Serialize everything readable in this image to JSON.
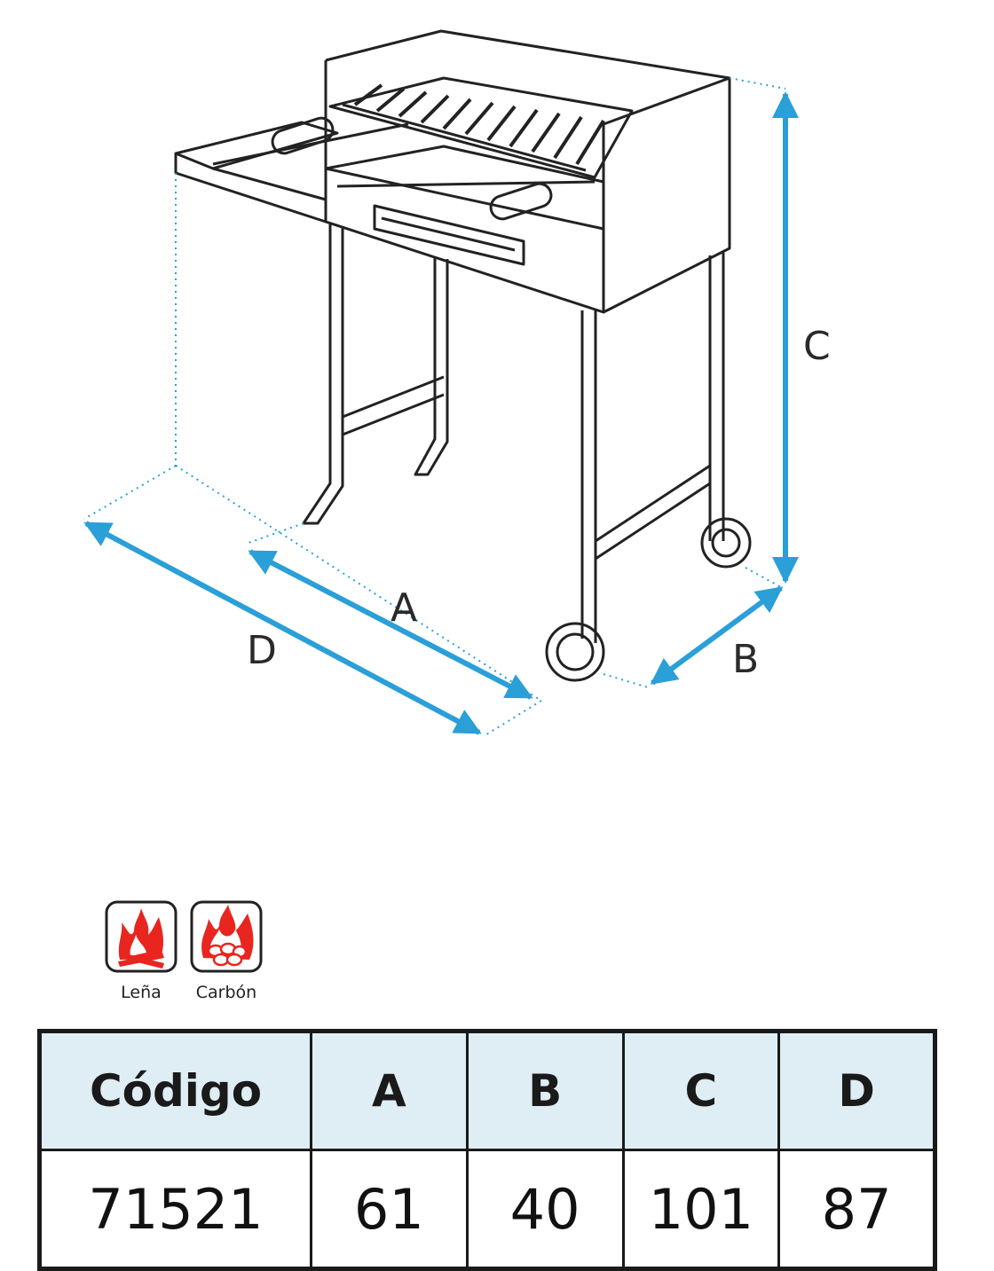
{
  "dimension_labels": {
    "a": "A",
    "b": "B",
    "c": "C",
    "d": "D"
  },
  "fuel_types": [
    {
      "label": "Leña",
      "icon": "firewood-flame-icon"
    },
    {
      "label": "Carbón",
      "icon": "charcoal-flame-icon"
    }
  ],
  "colors": {
    "arrow": "#2a9fd8",
    "flame": "#e8251f",
    "header_bg": "#dfeef5",
    "line": "#1a1a1a"
  },
  "table": {
    "headers": [
      "Código",
      "A",
      "B",
      "C",
      "D"
    ],
    "rows": [
      [
        "71521",
        "61",
        "40",
        "101",
        "87"
      ]
    ]
  }
}
